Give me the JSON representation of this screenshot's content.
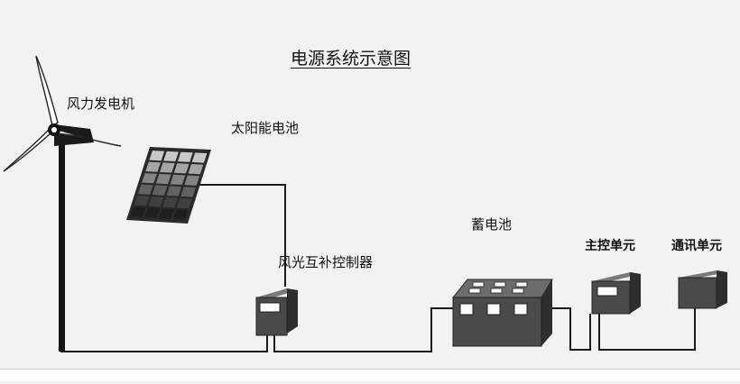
{
  "title": "电源系统示意图",
  "labels": {
    "wind_turbine": "风力发电机",
    "solar_panel": "太阳能电池",
    "controller": "风光互补控制器",
    "battery": "蓄电池",
    "main_control": "主控单元",
    "communication": "通讯单元"
  },
  "colors": {
    "background": "#f2f2f2",
    "wire": "#1a1a1a",
    "box_dark": "#4a4a4a",
    "box_top": "#7a7a7a",
    "box_side": "#2e2e2e",
    "indicator": "#ffffff"
  }
}
